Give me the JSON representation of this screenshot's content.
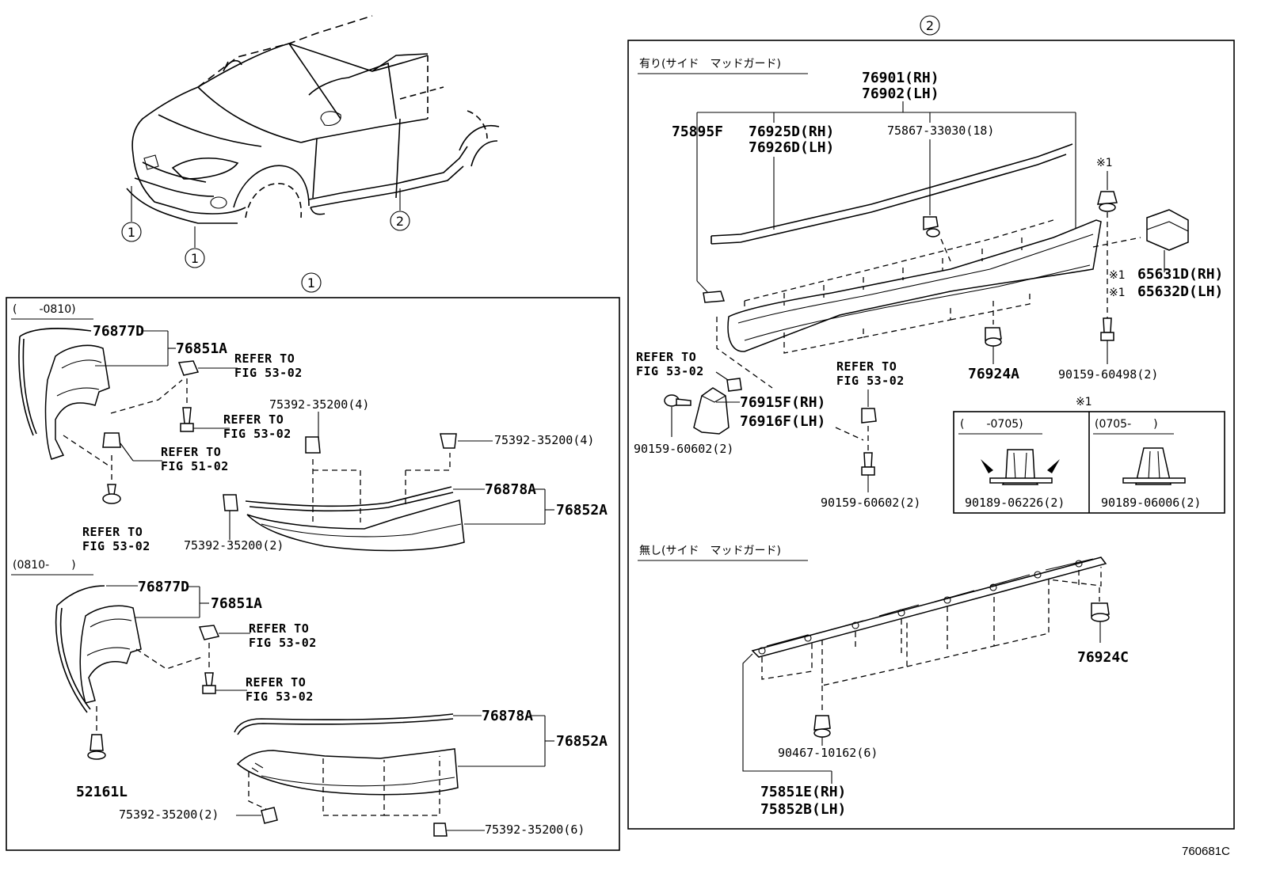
{
  "figure_code": "760681C",
  "callouts": {
    "one": "1",
    "two": "2",
    "asterisk_one": "※1",
    "asterisk_note": "※1"
  },
  "panel1": {
    "upper": {
      "period": "(　　-0810)",
      "p76877d": "76877D",
      "p76851a": "76851A",
      "ref_a1": "REFER TO",
      "ref_a2": "FIG 53-02",
      "ref_b1": "REFER TO",
      "ref_b2": "FIG 53-02",
      "ref_c1": "REFER TO",
      "ref_c2": "FIG 51-02",
      "ref_d1": "REFER TO",
      "ref_d2": "FIG 53-02",
      "clip_a": "75392-35200(4)",
      "clip_b": "75392-35200(4)",
      "clip_c": "75392-35200(2)",
      "p76878a": "76878A",
      "p76852a": "76852A"
    },
    "lower": {
      "period": "(0810-　　)",
      "p76877d": "76877D",
      "p76851a": "76851A",
      "ref_a1": "REFER TO",
      "ref_a2": "FIG 53-02",
      "ref_b1": "REFER TO",
      "ref_b2": "FIG 53-02",
      "p52161l": "52161L",
      "p76878a": "76878A",
      "p76852a": "76852A",
      "clip_a": "75392-35200(2)",
      "clip_b": "75392-35200(6)"
    }
  },
  "panel2": {
    "with_label": "有り(サイド　マッドガード)",
    "without_label": "無し(サイド　マッドガード)",
    "p76901": "76901(RH)",
    "p76902": "76902(LH)",
    "p75895f": "75895F",
    "p76925d": "76925D(RH)",
    "p76926d": "76926D(LH)",
    "p75867": "75867-33030(18)",
    "p65631d": "65631D(RH)",
    "p65632d": "65632D(LH)",
    "p76924a": "76924A",
    "p90159_498": "90159-60498(2)",
    "ref_1": "REFER TO",
    "ref_2": "FIG 53-02",
    "ref_3": "REFER TO",
    "ref_4": "FIG 53-02",
    "p76915f": "76915F(RH)",
    "p76916f": "76916F(LH)",
    "p90159_602a": "90159-60602(2)",
    "p90159_602b": "90159-60602(2)",
    "inset_left_period": "(　　-0705)",
    "inset_right_period": "(0705-　　)",
    "p90189_226": "90189-06226(2)",
    "p90189_006": "90189-06006(2)",
    "p76924c": "76924C",
    "p90467": "90467-10162(6)",
    "p75851e": "75851E(RH)",
    "p75852b": "75852B(LH)"
  }
}
